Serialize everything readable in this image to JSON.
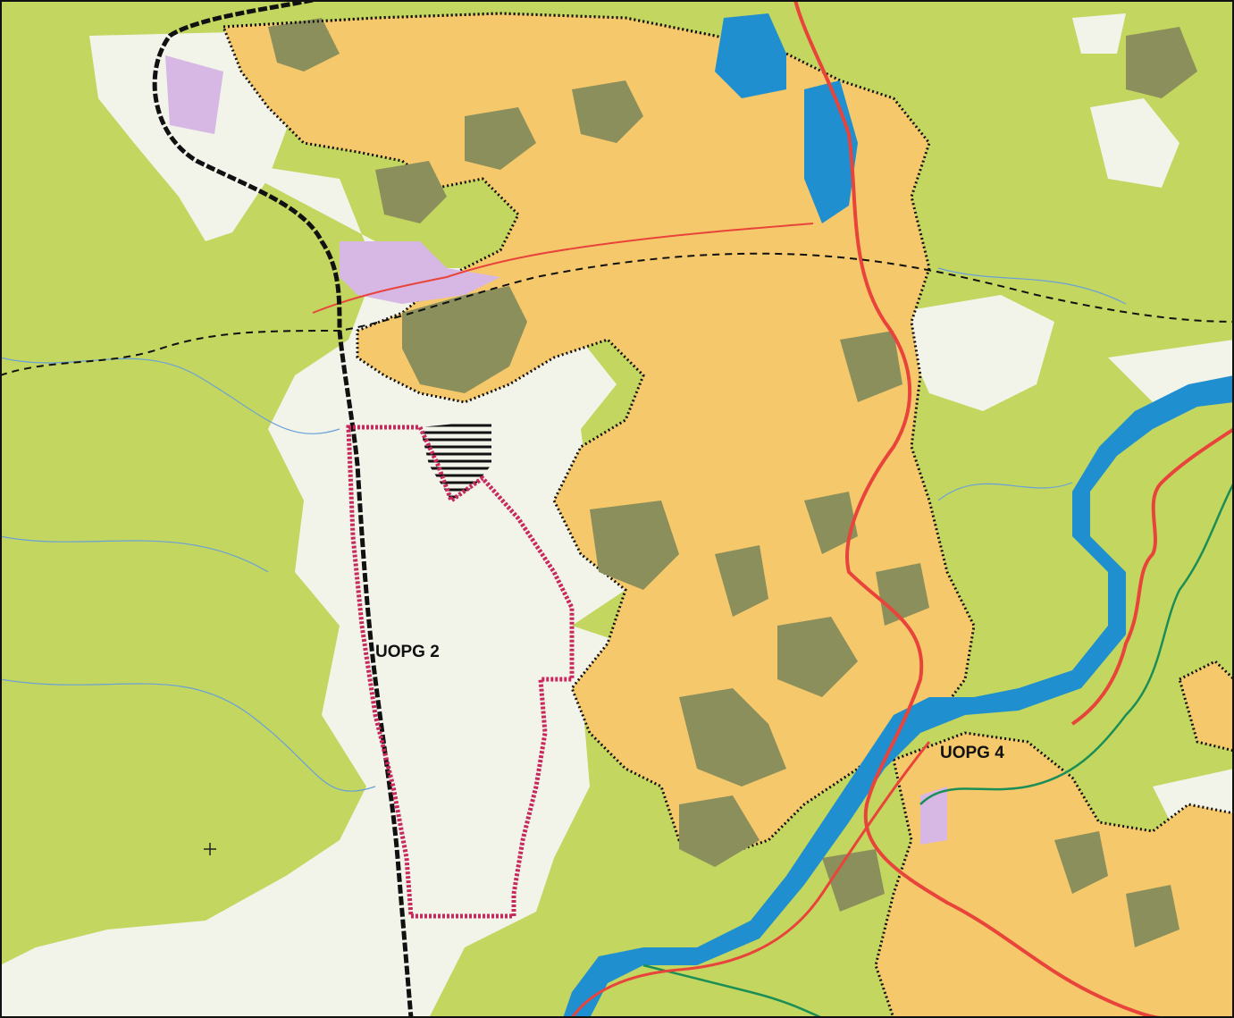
{
  "map": {
    "labels": {
      "uopg2": "UOPG 2",
      "uopg4": "UOPG 4"
    },
    "colors": {
      "agricultural_green": "#c3d65f",
      "open_white": "#f2f4ea",
      "settlement_yellow": "#f5c86b",
      "forest_olive": "#8b8f5c",
      "water_blue": "#1f8fd0",
      "industrial_lilac": "#d7b7e4",
      "road_red": "#e8443b",
      "boundary_black": "#111111",
      "zone_boundary_magenta": "#c8285c",
      "path_green": "#1b8e57",
      "stream_blue": "#2b6fd6"
    },
    "legend_features": [
      "settlement-area",
      "forest-patch",
      "river",
      "main-road",
      "railway-boundary",
      "planning-zone-boundary",
      "industrial-zone"
    ]
  }
}
